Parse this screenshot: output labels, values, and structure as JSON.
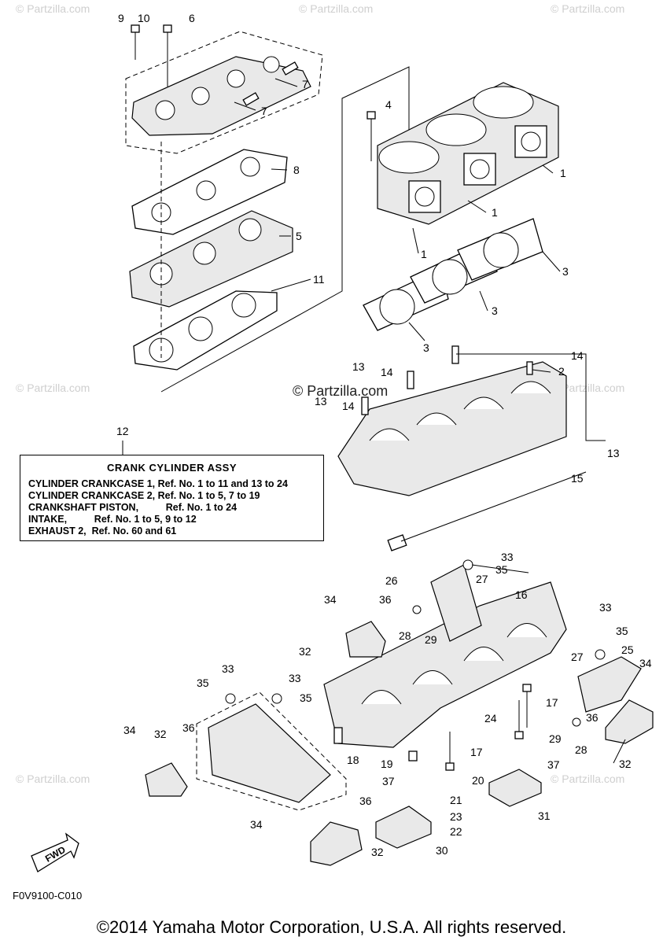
{
  "watermarks": {
    "small": "© Partzilla.com",
    "center": "© Partzilla.com"
  },
  "callouts": {
    "n1": "1",
    "n2": "2",
    "n3": "3",
    "n4": "4",
    "n5": "5",
    "n6": "6",
    "n7": "7",
    "n8": "8",
    "n9": "9",
    "n10": "10",
    "n11": "11",
    "n12": "12",
    "n13": "13",
    "n14": "14",
    "n15": "15",
    "n16": "16",
    "n17": "17",
    "n18": "18",
    "n19": "19",
    "n20": "20",
    "n21": "21",
    "n22": "22",
    "n23": "23",
    "n24": "24",
    "n25": "25",
    "n26": "26",
    "n27": "27",
    "n28": "28",
    "n29": "29",
    "n30": "30",
    "n31": "31",
    "n32": "32",
    "n33": "33",
    "n34": "34",
    "n35": "35",
    "n36": "36",
    "n37": "37"
  },
  "assembly_box": {
    "title": "CRANK  CYLINDER ASSY",
    "lines": [
      "CYLINDER CRANKCASE 1, Ref. No. 1 to 11 and 13 to 24",
      "CYLINDER CRANKCASE 2, Ref. No. 1 to 5, 7 to 19",
      "CRANKSHAFT PISTON,          Ref. No. 1 to 24",
      "INTAKE,          Ref. No. 1 to 5, 9 to 12",
      "EXHAUST 2,  Ref. No. 60 and 61"
    ]
  },
  "fwd_label": "FWD",
  "figure_code": "F0V9100-C010",
  "copyright": "©2014 Yamaha Motor Corporation, U.S.A. All rights reserved."
}
